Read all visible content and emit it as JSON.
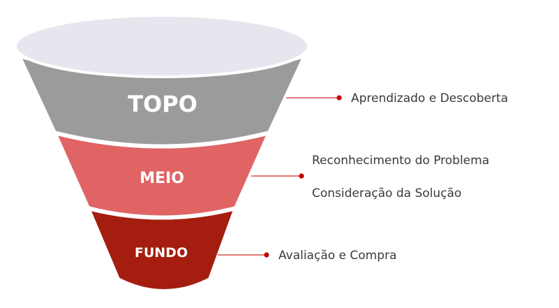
{
  "colors": {
    "funnel_rim": "#e6e6ee",
    "topo": "#9b9b9b",
    "meio": "#e06464",
    "fundo": "#a51d0f",
    "connector": "#d42a2a",
    "connector_dot": "#c00000",
    "callout_text": "#3a3a3a"
  },
  "stages": {
    "topo": {
      "label": "TOPO",
      "callouts": [
        "Aprendizado e Descoberta"
      ]
    },
    "meio": {
      "label": "MEIO",
      "callouts": [
        "Reconhecimento do Problema",
        "Consideração da Solução"
      ]
    },
    "fundo": {
      "label": "FUNDO",
      "callouts": [
        "Avaliação e Compra"
      ]
    }
  }
}
